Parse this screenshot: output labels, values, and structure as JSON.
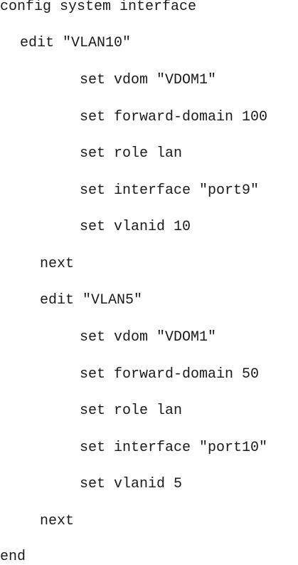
{
  "lines": [
    "config system interface",
    "edit \"VLAN10\"",
    "set vdom \"VDOM1\"",
    "set forward-domain 100",
    "set role lan",
    "set interface \"port9\"",
    "set vlanid 10",
    "next",
    "edit \"VLAN5\"",
    "set vdom \"VDOM1\"",
    "set forward-domain 50",
    "set role lan",
    "set interface \"port10\"",
    "set vlanid 5",
    "next",
    "end"
  ]
}
